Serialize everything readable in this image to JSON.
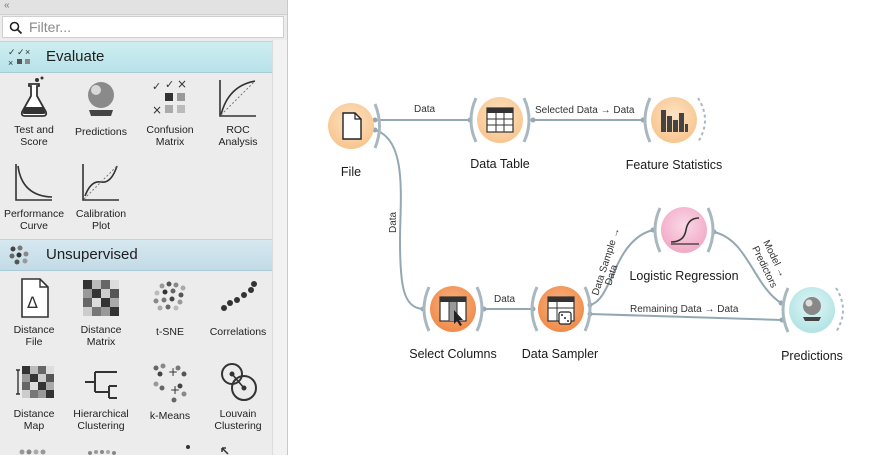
{
  "panel": {
    "filter_placeholder": "Filter...",
    "categories": [
      {
        "label": "Evaluate",
        "widgets": [
          {
            "label": "Test and Score",
            "icon": "test-and-score-icon"
          },
          {
            "label": "Predictions",
            "icon": "predictions-icon"
          },
          {
            "label": "Confusion Matrix",
            "icon": "confusion-matrix-icon"
          },
          {
            "label": "ROC Analysis",
            "icon": "roc-analysis-icon"
          },
          {
            "label": "Performance Curve",
            "icon": "performance-curve-icon"
          },
          {
            "label": "Calibration Plot",
            "icon": "calibration-plot-icon"
          }
        ]
      },
      {
        "label": "Unsupervised",
        "widgets": [
          {
            "label": "Distance File",
            "icon": "distance-file-icon"
          },
          {
            "label": "Distance Matrix",
            "icon": "distance-matrix-icon"
          },
          {
            "label": "t-SNE",
            "icon": "tsne-icon"
          },
          {
            "label": "Correlations",
            "icon": "correlations-icon"
          },
          {
            "label": "Distance Map",
            "icon": "distance-map-icon"
          },
          {
            "label": "Hierarchical Clustering",
            "icon": "hierarchical-clustering-icon"
          },
          {
            "label": "k-Means",
            "icon": "k-means-icon"
          },
          {
            "label": "Louvain Clustering",
            "icon": "louvain-clustering-icon"
          }
        ]
      }
    ]
  },
  "canvas": {
    "nodes": [
      {
        "id": "file",
        "label": "File",
        "icon": "file-icon",
        "color": "#fbd3a8"
      },
      {
        "id": "data_table",
        "label": "Data Table",
        "icon": "data-table-icon",
        "color": "#fbd3a8"
      },
      {
        "id": "feature_statistics",
        "label": "Feature Statistics",
        "icon": "feature-statistics-icon",
        "color": "#fbd3a8"
      },
      {
        "id": "select_columns",
        "label": "Select Columns",
        "icon": "select-columns-icon",
        "color": "#f7a56b"
      },
      {
        "id": "data_sampler",
        "label": "Data Sampler",
        "icon": "data-sampler-icon",
        "color": "#f7a56b"
      },
      {
        "id": "logistic_regression",
        "label": "Logistic Regression",
        "icon": "logistic-regression-icon",
        "color": "#f6c2d6"
      },
      {
        "id": "predictions",
        "label": "Predictions",
        "icon": "predictions-icon",
        "color": "#c8ecec"
      }
    ],
    "links": [
      {
        "from": "file",
        "to": "data_table",
        "label": "Data"
      },
      {
        "from": "data_table",
        "to": "feature_statistics",
        "label": "Selected Data → Data"
      },
      {
        "from": "file",
        "to": "select_columns",
        "label": "Data"
      },
      {
        "from": "select_columns",
        "to": "data_sampler",
        "label": "Data"
      },
      {
        "from": "data_sampler",
        "to": "logistic_regression",
        "label_line1": "Data Sample →",
        "label_line2": "Data"
      },
      {
        "from": "data_sampler",
        "to": "predictions",
        "label": "Remaining Data → Data"
      },
      {
        "from": "logistic_regression",
        "to": "predictions",
        "label_line1": "Model →",
        "label_line2": "Predictors"
      }
    ]
  },
  "colors": {
    "category_header": "#c3e6ec",
    "link_stroke": "#8fa5b0",
    "light_orange": "#fbd3a8",
    "dark_orange": "#f7a56b",
    "pink": "#f6c2d6",
    "teal": "#c8ecec"
  }
}
